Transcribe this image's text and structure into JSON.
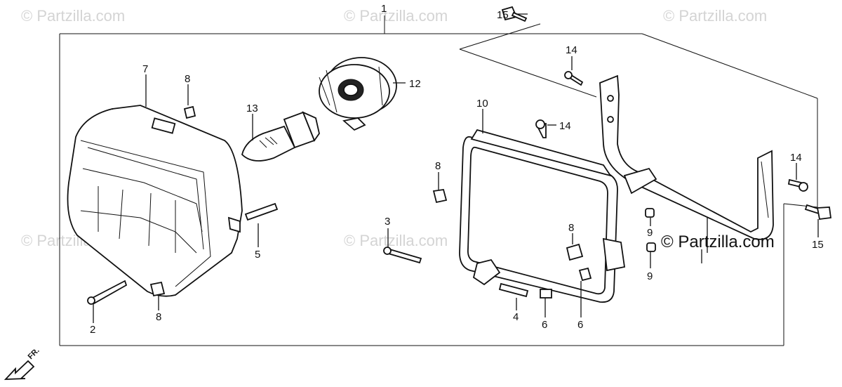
{
  "watermarks": {
    "text": "© Partzilla.com",
    "main_text": "© Partzilla.com"
  },
  "direction_label": "FR.",
  "callouts": {
    "c1": "1",
    "c2": "2",
    "c3": "3",
    "c4": "4",
    "c5": "5",
    "c6a": "6",
    "c6b": "6",
    "c7": "7",
    "c8a": "8",
    "c8b": "8",
    "c8c": "8",
    "c8d": "8",
    "c9a": "9",
    "c9b": "9",
    "c10": "10",
    "c12": "12",
    "c13": "13",
    "c14a": "14",
    "c14b": "14",
    "c14c": "14",
    "c15a": "15",
    "c15b": "15"
  }
}
